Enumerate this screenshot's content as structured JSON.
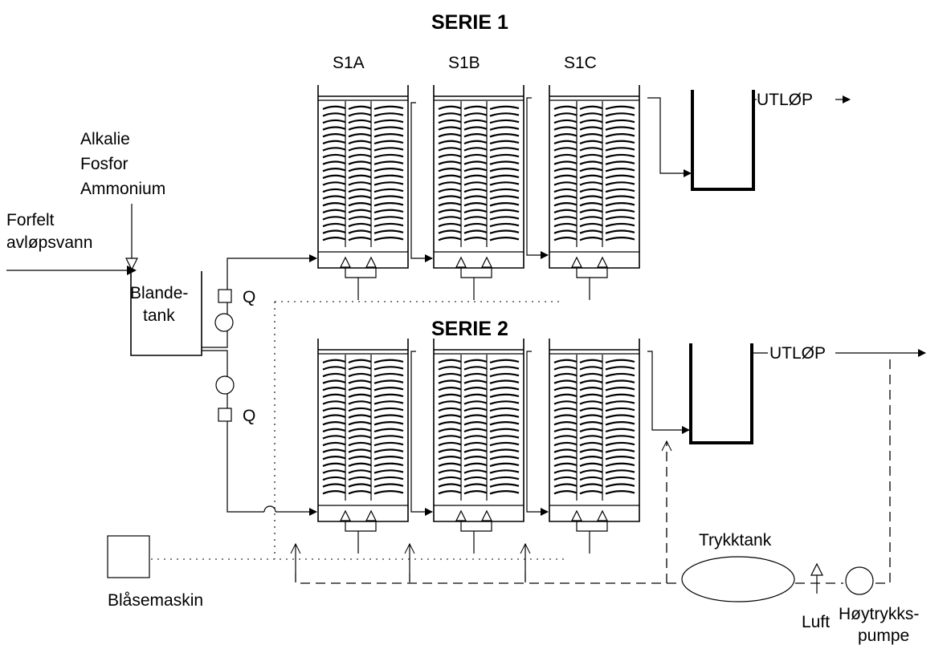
{
  "series_1": {
    "title": "SERIE 1",
    "reactors": [
      "S1A",
      "S1B",
      "S1C"
    ],
    "outlet_label": "UTLØP"
  },
  "series_2": {
    "title": "SERIE 2",
    "outlet_label": "UTLØP"
  },
  "inlet": {
    "label_line1": "Forfelt",
    "label_line2": "avløpsvann"
  },
  "chemicals": {
    "line1": "Alkalie",
    "line2": "Fosfor",
    "line3": "Ammonium"
  },
  "mixing_tank": {
    "line1": "Blande-",
    "line2": "tank"
  },
  "flow_meter_label": "Q",
  "blower_label": "Blåsemaskin",
  "pressure_tank_label": "Trykktank",
  "air_label": "Luft",
  "high_pressure_pump": {
    "line1": "Høytrykks-",
    "line2": "pumpe"
  }
}
